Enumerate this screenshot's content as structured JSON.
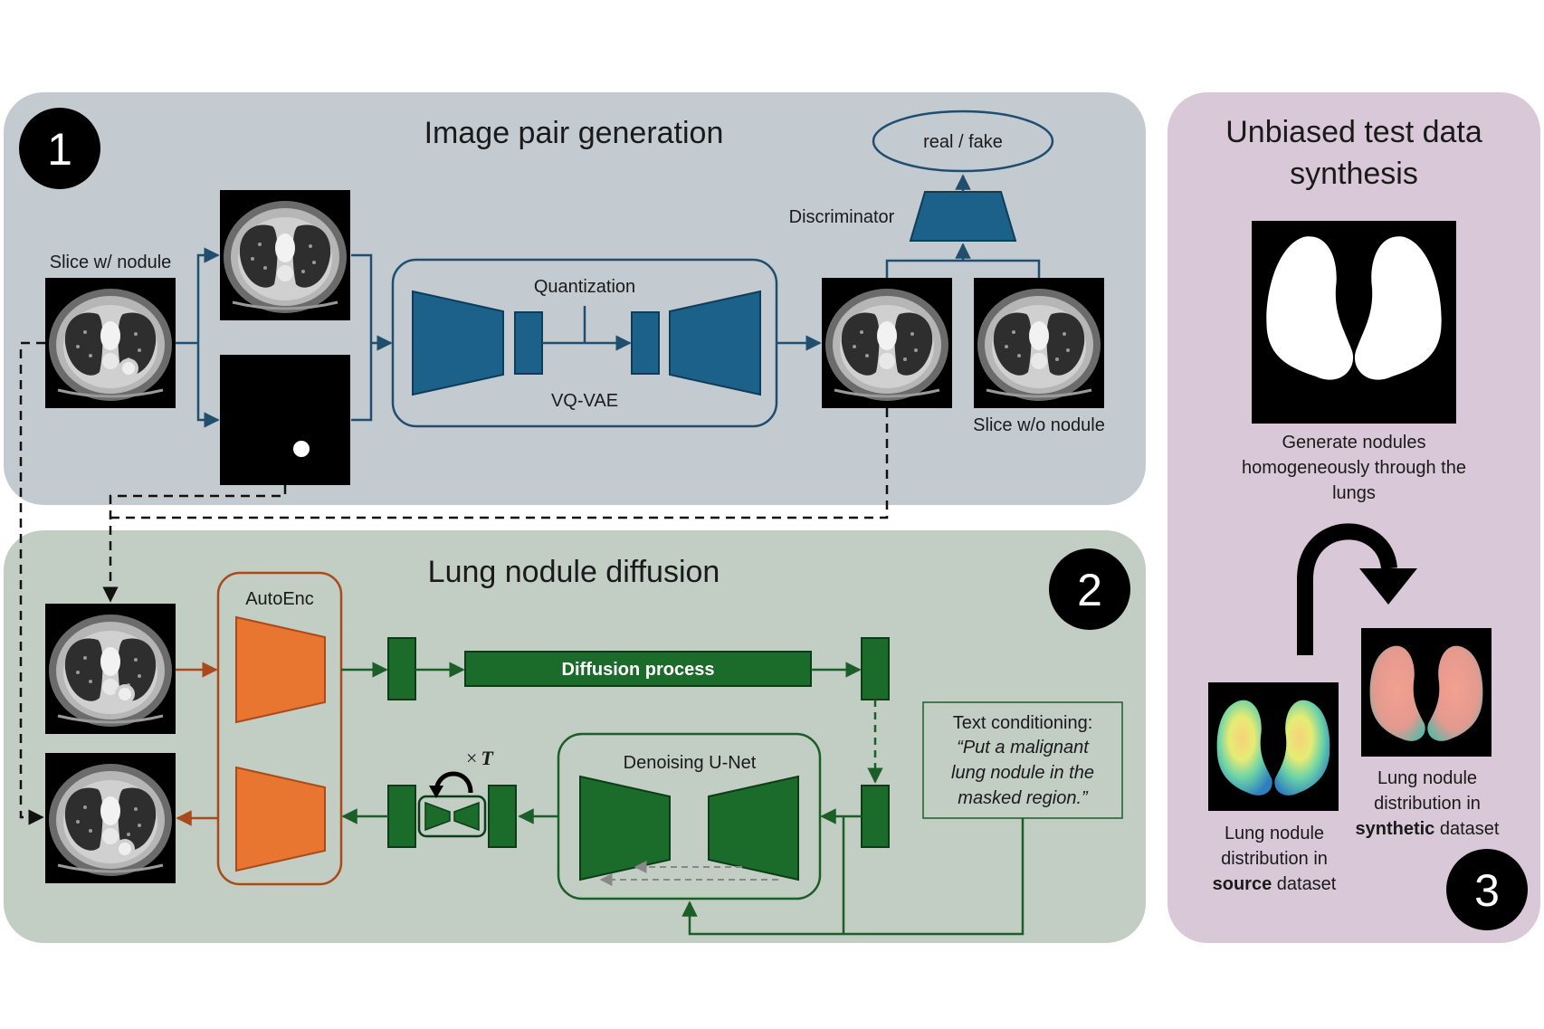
{
  "panel1": {
    "number": "1",
    "title": "Image pair generation",
    "slice_with_nodule": "Slice w/ nodule",
    "slice_without_nodule": "Slice w/o nodule",
    "quantization": "Quantization",
    "vqvae": "VQ-VAE",
    "discriminator": "Discriminator",
    "real_fake": "real / fake"
  },
  "panel2": {
    "number": "2",
    "title": "Lung nodule diffusion",
    "autoenc": "AutoEnc",
    "diffusion_process": "Diffusion process",
    "denoising_unet": "Denoising U-Net",
    "times": "×",
    "times_var": "T",
    "text_conditioning_title": "Text conditioning:",
    "text_conditioning_lines": [
      "“Put a malignant",
      "lung nodule in the",
      "masked region.”"
    ]
  },
  "panel3": {
    "number": "3",
    "title_lines": [
      "Unbiased test data",
      "synthesis"
    ],
    "caption_lines": [
      "Generate nodules",
      "homogeneously through the",
      "lungs"
    ],
    "source_line1": "Lung nodule",
    "source_line2": "distribution in",
    "source_bold": "source",
    "source_rest": " dataset",
    "synthetic_line1": "Lung nodule",
    "synthetic_line2": "distribution in",
    "synthetic_bold": "synthetic",
    "synthetic_rest": " dataset"
  },
  "colors": {
    "panel1_bg": "#c3cbd1",
    "panel2_bg": "#c2cdc4",
    "panel3_bg": "#d9c8d8",
    "vqvae_blue": "#1b6189",
    "arrow_blue": "#1f4e6e",
    "diffusion_green": "#1b6b2b",
    "autoenc_orange": "#e87530",
    "autoenc_border": "#a84a1b"
  }
}
